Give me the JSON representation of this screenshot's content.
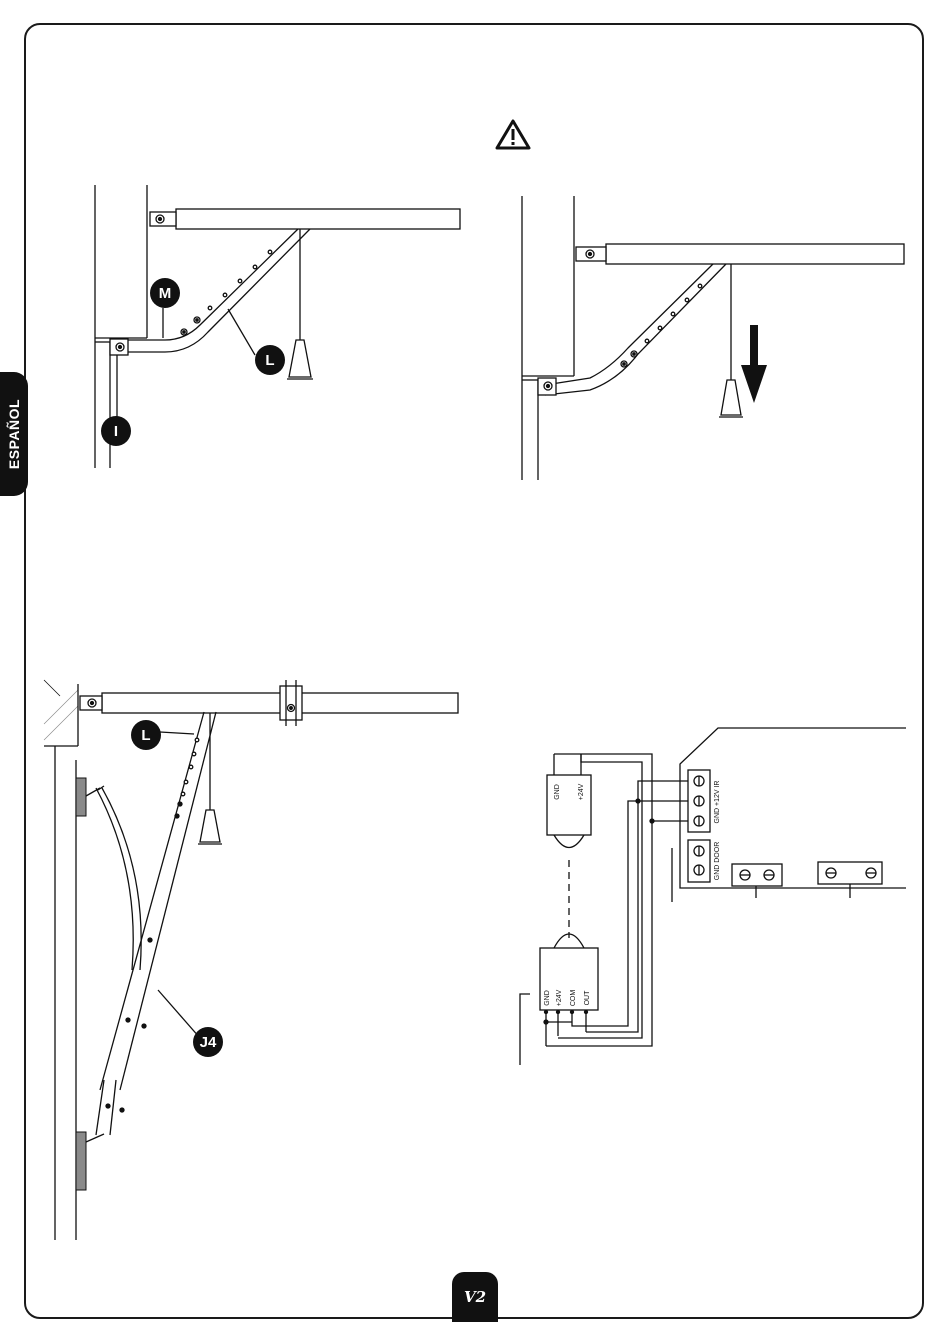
{
  "sidebar": {
    "language_tab": "ESPAÑOL"
  },
  "footer": {
    "logo_text": "V2"
  },
  "figures": {
    "arm_assembly": {
      "callouts": {
        "m": "M",
        "l": "L",
        "i": "I"
      }
    },
    "release_pull": {
      "warning_icon": "warning-triangle-icon",
      "arrow_icon": "arrow-down-icon"
    },
    "tilting_door": {
      "callouts": {
        "l": "L",
        "j4": "J4"
      }
    },
    "wiring": {
      "receiver_terminals": [
        "GND",
        "+24V"
      ],
      "transmitter_terminals": [
        "GND",
        "+24V",
        "COM",
        "OUT"
      ],
      "board_terminals_top": "GND +12V IR",
      "board_terminals_door": "GND DOOR"
    }
  },
  "colors": {
    "ink": "#111111",
    "frame": "#1a1a1a",
    "grey_block": "#8a8a8a"
  }
}
